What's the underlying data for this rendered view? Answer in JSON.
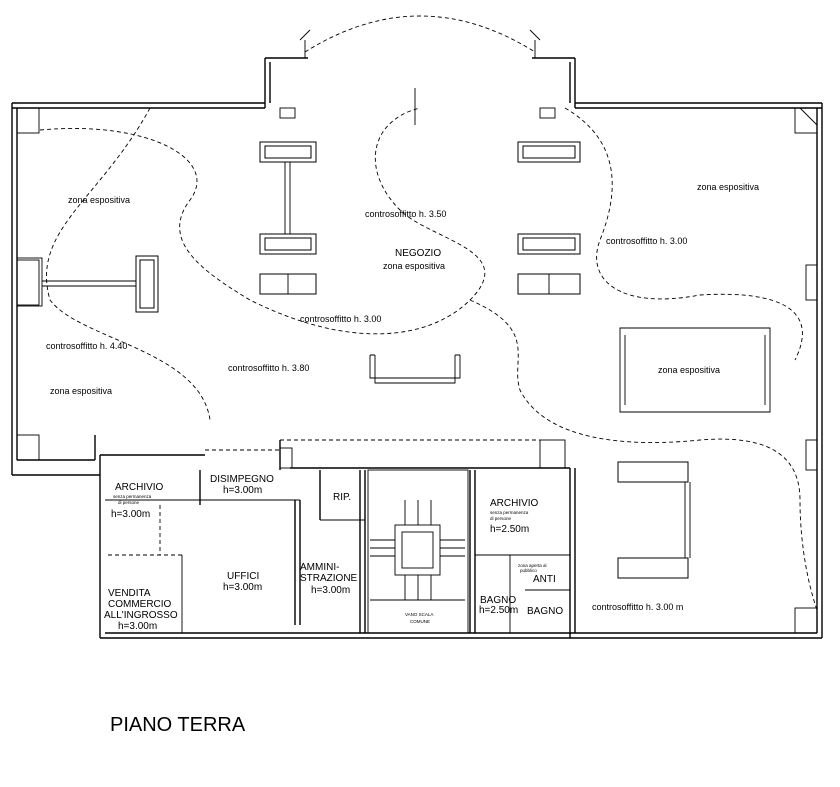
{
  "title": "PIANO TERRA",
  "zones": {
    "zona_left_top": "zona espositiva",
    "zona_left_bottom": "zona espositiva",
    "zona_right_top": "zona espositiva",
    "zona_right_mid": "zona espositiva",
    "negozio": "NEGOZIO",
    "negozio_sub": "zona espositiva"
  },
  "ceilings": {
    "c440": "controsoffitto h. 4.40",
    "c380": "controsoffitto h. 3.80",
    "c300_center": "controsoffitto h. 3.00",
    "c350": "controsoffitto h. 3.50",
    "c300_right": "controsoffitto h. 3.00",
    "c300m": "controsoffitto h. 3.00 m"
  },
  "rooms": {
    "archivio_left": "ARCHIVIO",
    "archivio_left_note1": "senza permanenza",
    "archivio_left_note2": "di persone",
    "archivio_left_h": "h=3.00m",
    "disimpegno": "DISIMPEGNO",
    "disimpegno_h": "h=3.00m",
    "rip": "RIP.",
    "uffici": "UFFICI",
    "uffici_h": "h=3.00m",
    "amm1": "AMMINI-",
    "amm2": "STRAZIONE",
    "amm_h": "h=3.00m",
    "vendita1": "VENDITA",
    "vendita2": "COMMERCIO",
    "vendita3": "ALL'INGROSSO",
    "vendita_h": "h=3.00m",
    "vano1": "VANO SCALA",
    "vano2": "COMUNE",
    "archivio_right": "ARCHIVIO",
    "archivio_right_note1": "senza permanenza",
    "archivio_right_note2": "di persone",
    "archivio_right_h": "h=2.50m",
    "zona_aperta1": "zona aperta al",
    "zona_aperta2": "pubblico",
    "anti": "ANTI",
    "bagno1": "BAGNO",
    "bagno1_h": "h=2.50m",
    "bagno2": "BAGNO"
  }
}
